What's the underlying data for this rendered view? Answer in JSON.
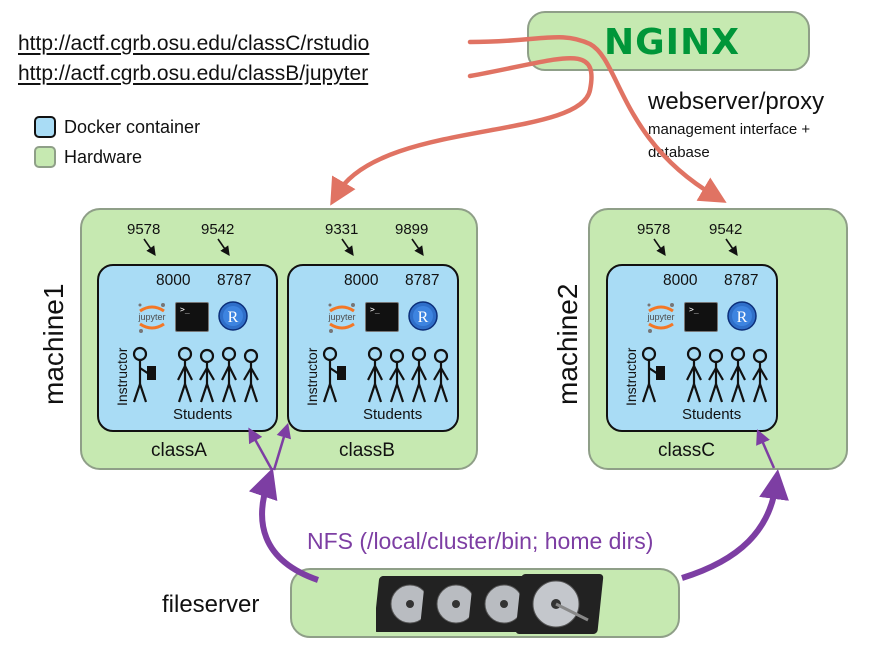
{
  "urls": {
    "rstudio": "http://actf.cgrb.osu.edu/classC/rstudio",
    "jupyter": "http://actf.cgrb.osu.edu/classB/jupyter"
  },
  "nginx": {
    "logo_text": "NGINX",
    "title": "webserver/proxy",
    "subtitle_line1": "management interface +",
    "subtitle_line2": "database"
  },
  "legend": {
    "docker": "Docker container",
    "hardware": "Hardware"
  },
  "colors": {
    "hardware": "#c6e9b1",
    "docker": "#a9dcf5",
    "proxy_arrow": "#e07363",
    "nfs_arrow": "#7d3ea3",
    "nginx_green": "#009639"
  },
  "machines": [
    {
      "name": "machine1",
      "containers": [
        {
          "name": "classA",
          "host_ports": [
            "9578",
            "9542"
          ],
          "internal_ports": [
            "8000",
            "8787"
          ],
          "instructor": "Instructor",
          "students": "Students",
          "jupyter_text": "jupyter",
          "r_text": "R"
        },
        {
          "name": "classB",
          "host_ports": [
            "9331",
            "9899"
          ],
          "internal_ports": [
            "8000",
            "8787"
          ],
          "instructor": "Instructor",
          "students": "Students",
          "jupyter_text": "jupyter",
          "r_text": "R"
        }
      ]
    },
    {
      "name": "machine2",
      "containers": [
        {
          "name": "classC",
          "host_ports": [
            "9578",
            "9542"
          ],
          "internal_ports": [
            "8000",
            "8787"
          ],
          "instructor": "Instructor",
          "students": "Students",
          "jupyter_text": "jupyter",
          "r_text": "R"
        }
      ]
    }
  ],
  "nfs_label": "NFS (/local/cluster/bin; home dirs)",
  "fileserver": "fileserver",
  "terminal_glyph": ">_"
}
